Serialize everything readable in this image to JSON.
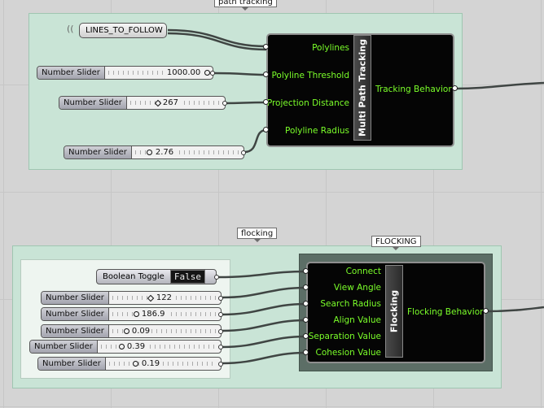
{
  "groups": {
    "path_tracking": "path tracking",
    "flocking": "flocking",
    "flocking_component_tag": "FLOCKING"
  },
  "path_tracking": {
    "lines_param": "LINES_TO_FOLLOW",
    "sliders": [
      {
        "name": "Number Slider",
        "value": "1000.00"
      },
      {
        "name": "Number Slider",
        "value": "267"
      },
      {
        "name": "Number Slider",
        "value": "2.76"
      }
    ],
    "component": {
      "title": "Multi Path Tracking",
      "inputs": [
        "Polylines",
        "Polyline Threshold",
        "Projection Distance",
        "Polyline Radius"
      ],
      "output": "Tracking Behavior"
    }
  },
  "flocking": {
    "toggle": {
      "name": "Boolean Toggle",
      "value": "False"
    },
    "sliders": [
      {
        "name": "Number Slider",
        "value": "122"
      },
      {
        "name": "Number Slider",
        "value": "186.9"
      },
      {
        "name": "Number Slider",
        "value": "0.09"
      },
      {
        "name": "Number Slider",
        "value": "0.39"
      },
      {
        "name": "Number Slider",
        "value": "0.19"
      }
    ],
    "component": {
      "title": "Flocking",
      "inputs": [
        "Connect",
        "View Angle",
        "Search Radius",
        "Align Value",
        "Separation Value",
        "Cohesion Value"
      ],
      "output": "Flocking Behavior"
    }
  },
  "colors": {
    "canvas": "#d4d4d4",
    "group_fill": "#c9e4d6",
    "port_label": "#7bff2a",
    "component_body": "#050505"
  }
}
